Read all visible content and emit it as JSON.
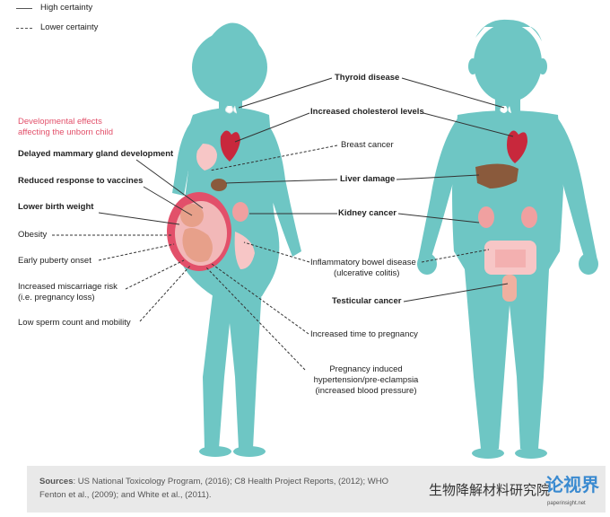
{
  "legend": {
    "high": "High certainty",
    "low": "Lower certainty"
  },
  "developmental": {
    "heading_line1": "Developmental effects",
    "heading_line2": "affecting the unborn child"
  },
  "labels_left": [
    "Delayed mammary gland development",
    "Reduced response to vaccines",
    "Lower birth weight",
    "Obesity",
    "Early puberty onset",
    "Increased miscarriage risk",
    "(i.e. pregnancy loss)",
    "Low sperm count and mobility"
  ],
  "labels_center": {
    "thyroid": "Thyroid disease",
    "cholesterol": "Increased cholesterol levels",
    "breast": "Breast cancer",
    "liver": "Liver damage",
    "kidney": "Kidney cancer",
    "ibd": "Inflammatory bowel disease",
    "ibd_sub": "(ulcerative colitis)",
    "testicular": "Testicular cancer",
    "time_preg": "Increased time to pregnancy",
    "preg_line1": "Pregnancy induced",
    "preg_line2": "hypertension/pre-eclampsia",
    "preg_line3": "(increased blood pressure)"
  },
  "sources": {
    "label": "Sources",
    "line1": ": US National Toxicology Program, (2016); C8 Health Project Reports, (2012); WHO",
    "line2": "Fenton et al., (2009); and White et al., (2011)."
  },
  "watermark": {
    "text": "生物降解材料研究院",
    "logo": "论视界",
    "logo_small": "paperinsight.net"
  },
  "colors": {
    "body": "#6ec6c4",
    "organ_red": "#c8283c",
    "liver": "#8a5a3c",
    "kidney": "#f0a0a0",
    "pink": "#f7c6c6",
    "uterus": "#e2506a",
    "accent": "#e2506a"
  }
}
